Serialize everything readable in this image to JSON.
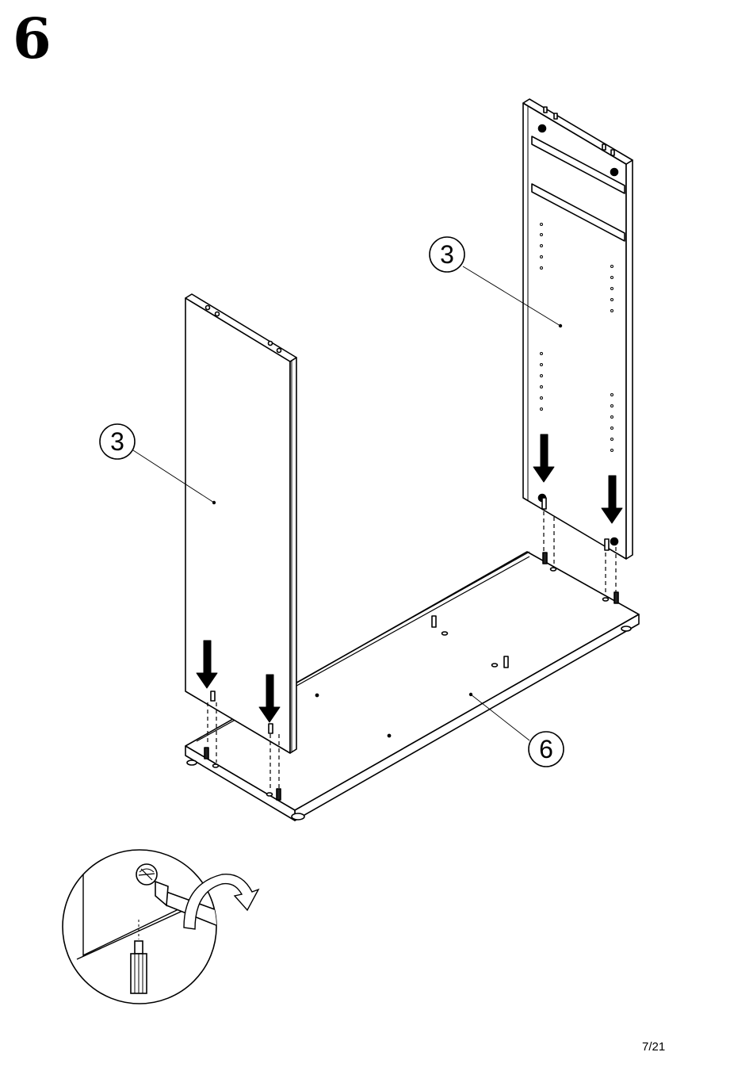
{
  "step": {
    "number": "6"
  },
  "callouts": {
    "left_panel": "3",
    "right_panel": "3",
    "base_panel": "6"
  },
  "footer": {
    "page": "7/21"
  },
  "icons": [
    "down-arrow-icon",
    "rotation-arrow-icon",
    "screwdriver-icon",
    "cam-dowel-icon",
    "cam-lock-icon"
  ]
}
